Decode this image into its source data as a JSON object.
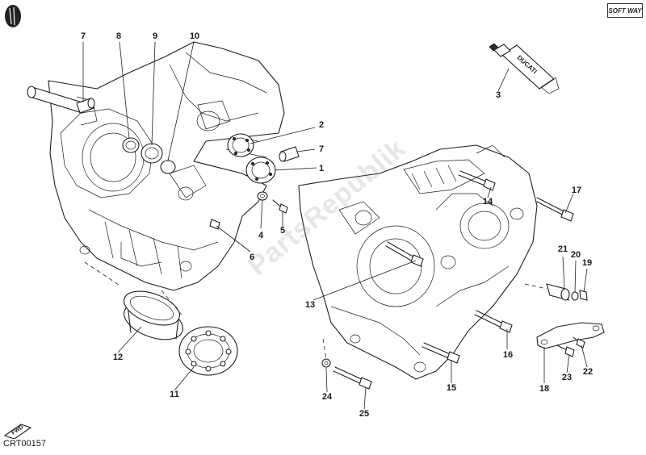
{
  "diagram": {
    "drawing_code": "CRT00157",
    "watermark_text": "PartsRepublik",
    "brand_mark": "SOFT WAY",
    "tube_label": "DUCATI",
    "fwd_label": "FWD",
    "line_color": "#1e1e1e",
    "callouts": [
      {
        "id": "c7a",
        "text": "7"
      },
      {
        "id": "c8",
        "text": "8"
      },
      {
        "id": "c9",
        "text": "9"
      },
      {
        "id": "c10",
        "text": "10"
      },
      {
        "id": "c2",
        "text": "2"
      },
      {
        "id": "c7b",
        "text": "7"
      },
      {
        "id": "c1",
        "text": "1"
      },
      {
        "id": "c4",
        "text": "4"
      },
      {
        "id": "c5",
        "text": "5"
      },
      {
        "id": "c6",
        "text": "6"
      },
      {
        "id": "c3",
        "text": "3"
      },
      {
        "id": "c17",
        "text": "17"
      },
      {
        "id": "c14",
        "text": "14"
      },
      {
        "id": "c21",
        "text": "21"
      },
      {
        "id": "c20",
        "text": "20"
      },
      {
        "id": "c19",
        "text": "19"
      },
      {
        "id": "c13",
        "text": "13"
      },
      {
        "id": "c16",
        "text": "16"
      },
      {
        "id": "c12",
        "text": "12"
      },
      {
        "id": "c11",
        "text": "11"
      },
      {
        "id": "c15",
        "text": "15"
      },
      {
        "id": "c18",
        "text": "18"
      },
      {
        "id": "c23",
        "text": "23"
      },
      {
        "id": "c22",
        "text": "22"
      },
      {
        "id": "c24",
        "text": "24"
      },
      {
        "id": "c25",
        "text": "25"
      }
    ]
  }
}
